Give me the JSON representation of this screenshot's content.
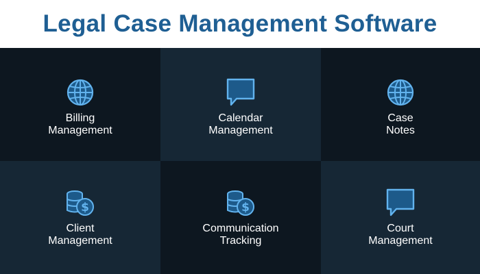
{
  "header": {
    "title": "Legal Case Management Software"
  },
  "colors": {
    "title": "#1f5f93",
    "tile_dark": "#0d1720",
    "tile_light": "#162735",
    "icon_stroke": "#62b3ee",
    "icon_fill": "#1d5a8a"
  },
  "features": [
    {
      "icon": "globe-icon",
      "line1": "Billing",
      "line2": "Management"
    },
    {
      "icon": "speech-bubble-icon",
      "line1": "Calendar",
      "line2": "Management"
    },
    {
      "icon": "globe-icon",
      "line1": "Case",
      "line2": "Notes"
    },
    {
      "icon": "coins-dollar-icon",
      "line1": "Client",
      "line2": "Management"
    },
    {
      "icon": "coins-dollar-icon",
      "line1": "Communication",
      "line2": "Tracking"
    },
    {
      "icon": "speech-bubble-icon",
      "line1": "Court",
      "line2": "Management"
    }
  ]
}
